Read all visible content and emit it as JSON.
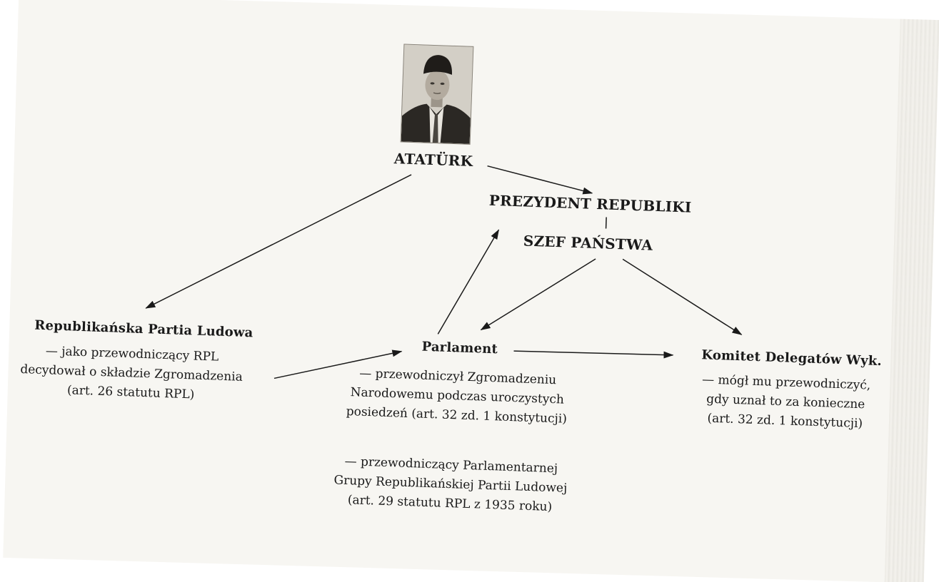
{
  "nodes": {
    "ataturk": "ATATÜRK",
    "president": "PREZYDENT REPUBLIKI",
    "head_of_state": "SZEF PAŃSTWA",
    "party": "Republikańska Partia Ludowa",
    "parliament": "Parlament",
    "committee": "Komitet Delegatów Wyk."
  },
  "notes": {
    "party": "— jako przewodniczący RPL\ndecydował o składzie Zgromadzenia\n(art. 26 statutu RPL)",
    "parliament_1": "— przewodniczył Zgromadzeniu\nNarodowemu podczas uroczystych\nposiedzeń (art. 32 zd. 1 konstytucji)",
    "parliament_2": "— przewodniczący Parlamentarnej\nGrupy Republikańskiej Partii Ludowej\n(art. 29 statutu RPL z 1935 roku)",
    "committee": "— mógł mu przewodniczyć,\ngdy uznał to za konieczne\n(art. 32 zd. 1 konstytucji)"
  },
  "colors": {
    "paper": "#f7f6f2",
    "ink": "#1a1a1a"
  },
  "icons": {
    "portrait": "ataturk-portrait-photo"
  }
}
